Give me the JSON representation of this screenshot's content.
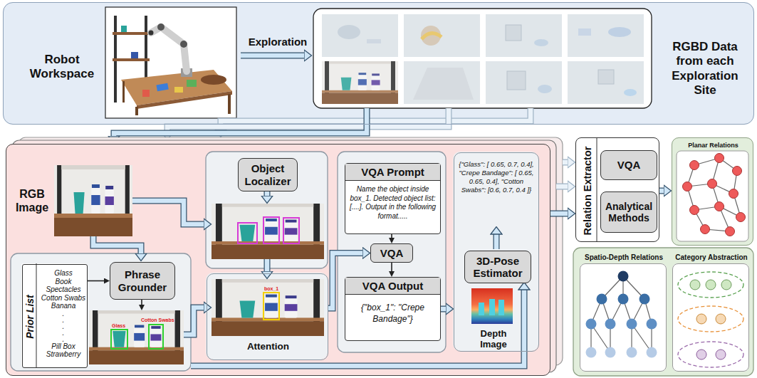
{
  "diagram": {
    "nodes": [
      {
        "text": [
          "Robot Workspace",
          "RGBD Data from each Exploration Site"
        ]
      },
      {
        "text": [
          "RGB Image"
        ]
      },
      {
        "text": [
          "Prior List",
          "Glass",
          "Book",
          "Spectacles",
          "Cotton Swabs",
          "Banana",
          ". . . . .",
          "Pill Box",
          "Strawberry"
        ],
        "in": 1
      },
      {
        "text": [
          "Phrase Grounder"
        ],
        "in": 1
      },
      {
        "text": [
          "Object Localizer"
        ],
        "in": 1
      },
      {
        "text": [
          "Attention"
        ],
        "in": 1
      },
      {
        "text": [
          "VQA Prompt",
          "Name the object inside box_1. Detected object list: [....]. Output in the following format....."
        ],
        "in": 1
      },
      {
        "text": [
          "VQA"
        ],
        "in": 1
      },
      {
        "text": [
          "VQA Output",
          "{\"box_1\": \"Crepe Bandage\"}"
        ],
        "in": 1
      },
      {
        "text": [
          "{\"Glass\": [ 0.65, 0.7, 0.4], \"Crepe Bandage\": [ 0.65, 0.65, 0.4], \"Cotton Swabs\": [0.6, 0.7, 0.4 ]}",
          "Depth Image"
        ],
        "in": 1
      },
      {
        "text": [
          "3D-Pose Estimator"
        ],
        "in": 9
      },
      {
        "text": [
          "Relation Extractor"
        ]
      },
      {
        "text": [
          "VQA"
        ],
        "in": 11
      },
      {
        "text": [
          "Analytical Methods"
        ],
        "in": 11
      },
      {
        "text": [
          "Planar Relations"
        ]
      },
      {
        "text": [
          "Spatio-Depth Relations"
        ]
      },
      {
        "text": [
          "Category Abstraction"
        ]
      }
    ],
    "edges": [
      {
        "from": 2,
        "to": 3,
        "arrow": "to"
      },
      {
        "from": 5,
        "to": 7,
        "arrow": "to"
      },
      {
        "from": 6,
        "to": 7,
        "arrow": "to"
      },
      {
        "from": 7,
        "to": 8,
        "arrow": "to"
      },
      {
        "from": 8,
        "to": 9,
        "arrow": "to"
      },
      {
        "from": 1,
        "to": 11,
        "arrow": "to"
      },
      {
        "from": 11,
        "to": 14,
        "arrow": "to"
      }
    ],
    "labels": [
      "Exploration",
      "Glass",
      "Cotton Swabs",
      "box_1"
    ]
  }
}
